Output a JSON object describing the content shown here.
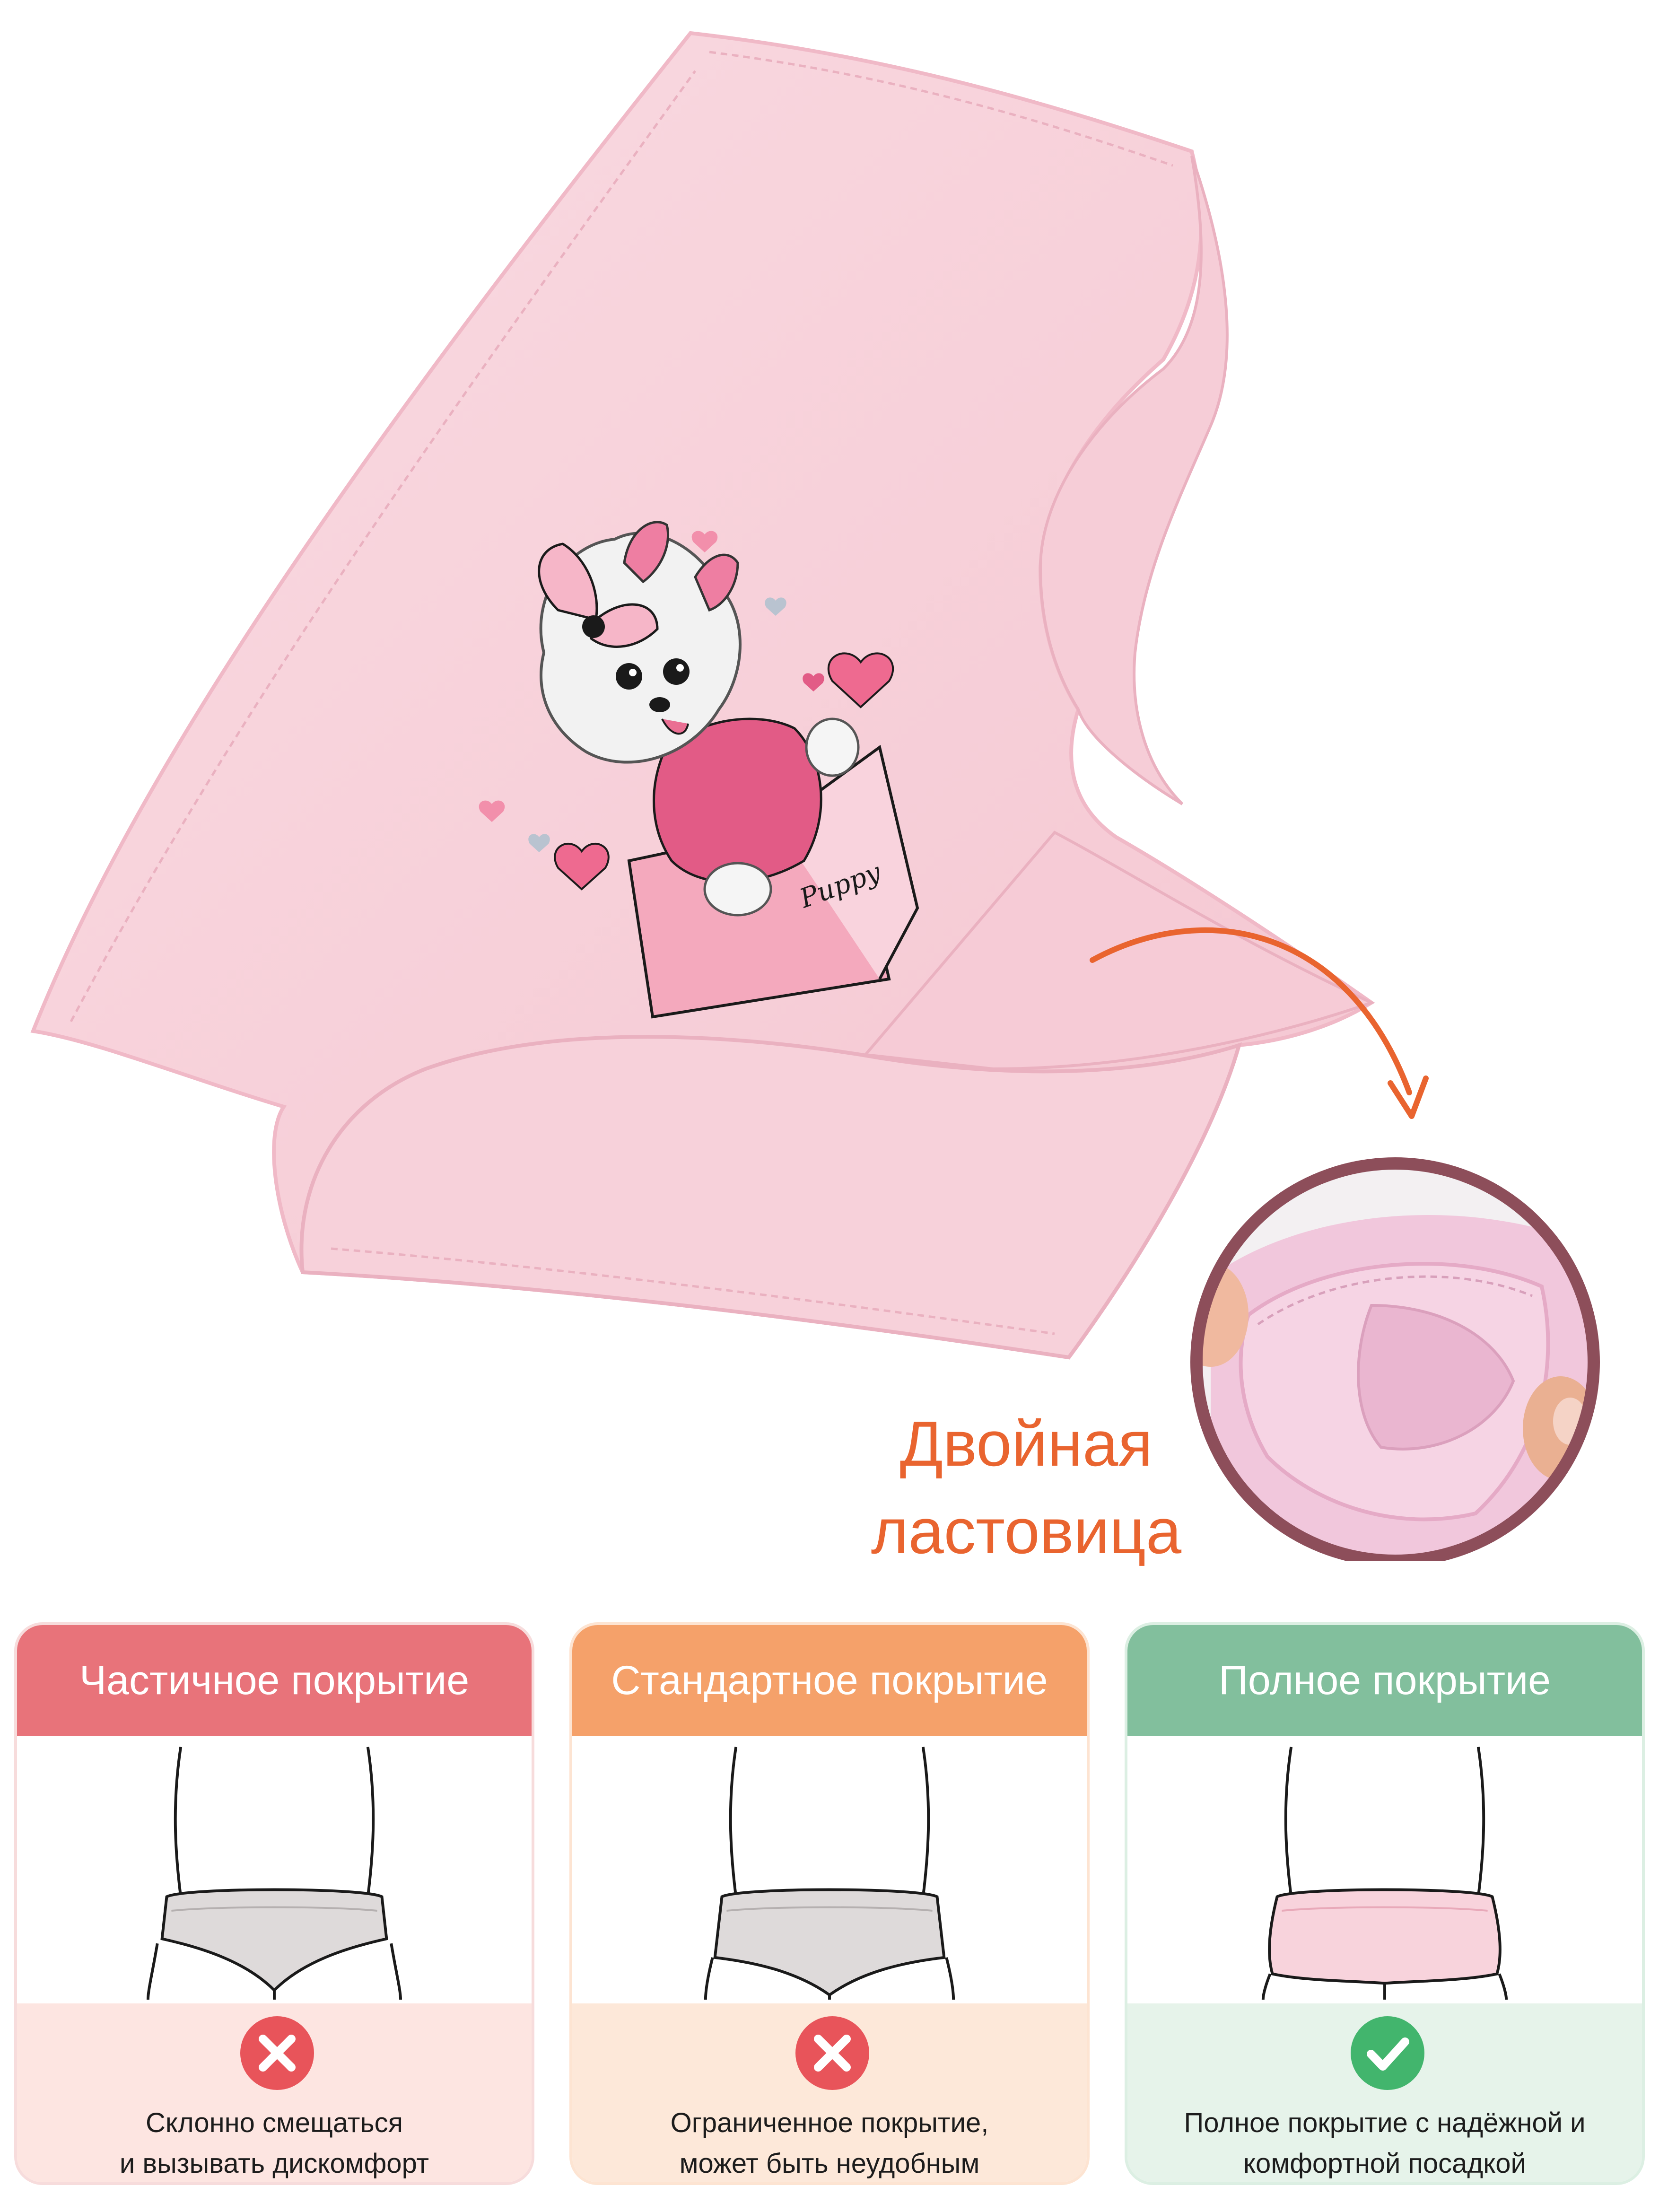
{
  "callout": {
    "line1": "Двойная",
    "line2": "ластовица",
    "color": "#e9642f"
  },
  "print_text": "Puppy",
  "cards": [
    {
      "title": "Частичное покрытие",
      "status": "cross",
      "note_line1": "Склонно смещаться",
      "note_line2": "и вызывать дискомфорт",
      "accent": "#e8737a",
      "fill": "#fde5e1"
    },
    {
      "title": "Стандартное покрытие",
      "status": "cross",
      "note_line1": "Ограниченное покрытие,",
      "note_line2": "может быть неудобным",
      "accent": "#f5a16a",
      "fill": "#fde8d9"
    },
    {
      "title": "Полное покрытие",
      "status": "check",
      "note_line1": "Полное покрытие с надёжной и",
      "note_line2": "комфортной посадкой",
      "accent": "#82bf9d",
      "fill": "#e6f3ea"
    }
  ],
  "colors": {
    "fabric": "#f8d3dc",
    "fabric_shadow": "#f1bfcc",
    "circle_ring": "#8d4e5a",
    "arrow": "#e9642f",
    "cross": "#e8545a",
    "check": "#42b56d"
  }
}
